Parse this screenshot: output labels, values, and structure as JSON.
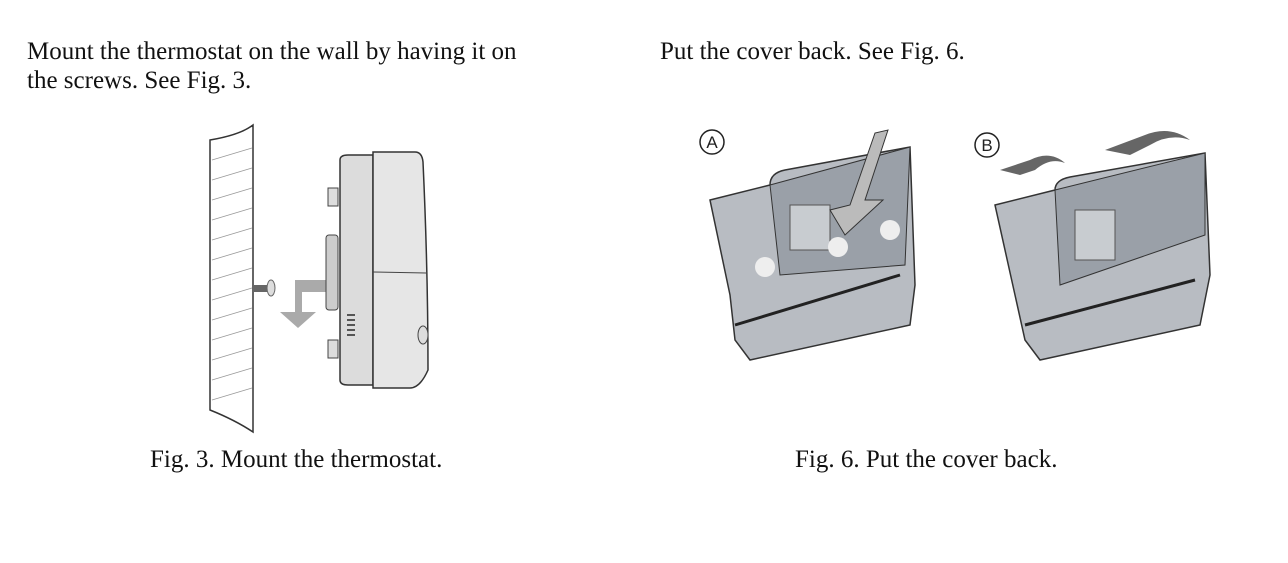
{
  "left_column": {
    "paragraph_line1": "Mount the thermostat on the wall by having it on",
    "paragraph_line2": "the screws. See Fig. 3.",
    "figure_caption": "Fig. 3. Mount the thermostat."
  },
  "right_column": {
    "paragraph": "Put the cover back. See Fig. 6.",
    "figure_caption": "Fig. 6. Put the cover back.",
    "step_a_label": "A",
    "step_b_label": "B"
  }
}
